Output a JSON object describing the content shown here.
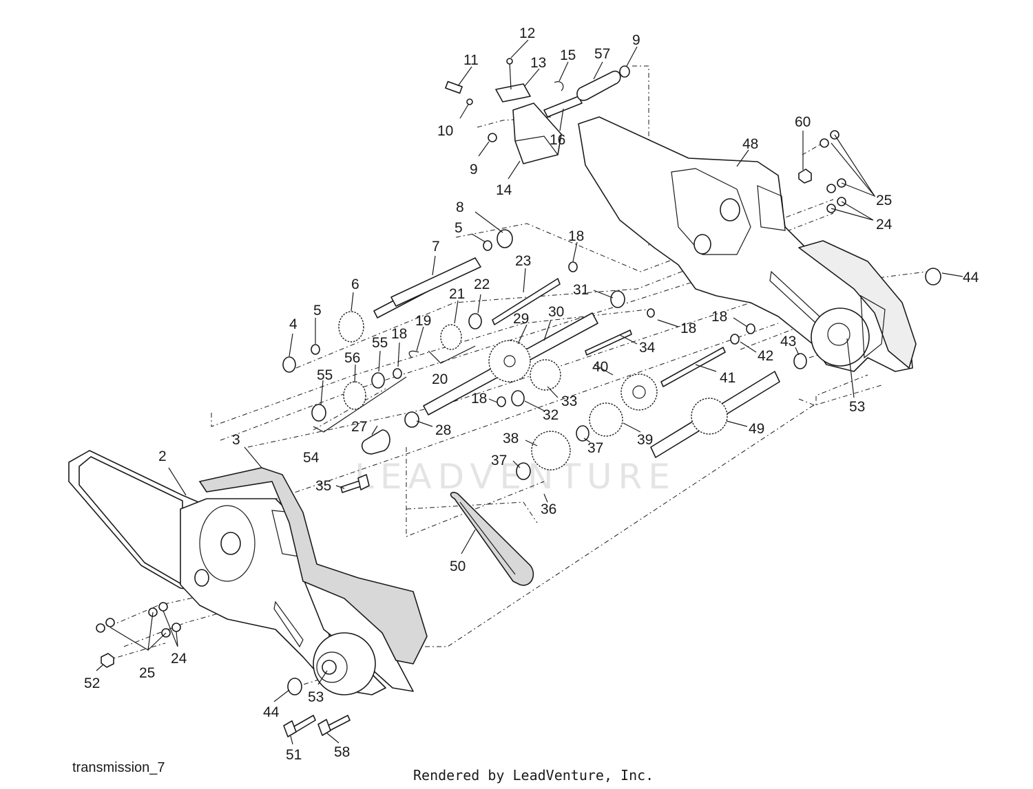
{
  "diagram": {
    "caption": "transmission_7",
    "credit": "Rendered by LeadVenture, Inc.",
    "watermark": "LEADVENTURE",
    "callouts": [
      {
        "id": "c2",
        "label": "2"
      },
      {
        "id": "c3",
        "label": "3"
      },
      {
        "id": "c4",
        "label": "4"
      },
      {
        "id": "c5a",
        "label": "5"
      },
      {
        "id": "c5b",
        "label": "5"
      },
      {
        "id": "c6",
        "label": "6"
      },
      {
        "id": "c7",
        "label": "7"
      },
      {
        "id": "c8",
        "label": "8"
      },
      {
        "id": "c9a",
        "label": "9"
      },
      {
        "id": "c9b",
        "label": "9"
      },
      {
        "id": "c10",
        "label": "10"
      },
      {
        "id": "c11",
        "label": "11"
      },
      {
        "id": "c12",
        "label": "12"
      },
      {
        "id": "c13",
        "label": "13"
      },
      {
        "id": "c14",
        "label": "14"
      },
      {
        "id": "c15",
        "label": "15"
      },
      {
        "id": "c16",
        "label": "16"
      },
      {
        "id": "c18a",
        "label": "18"
      },
      {
        "id": "c18b",
        "label": "18"
      },
      {
        "id": "c18c",
        "label": "18"
      },
      {
        "id": "c18d",
        "label": "18"
      },
      {
        "id": "c18e",
        "label": "18"
      },
      {
        "id": "c19",
        "label": "19"
      },
      {
        "id": "c20",
        "label": "20"
      },
      {
        "id": "c21",
        "label": "21"
      },
      {
        "id": "c22",
        "label": "22"
      },
      {
        "id": "c23",
        "label": "23"
      },
      {
        "id": "c24a",
        "label": "24"
      },
      {
        "id": "c24b",
        "label": "24"
      },
      {
        "id": "c25a",
        "label": "25"
      },
      {
        "id": "c25b",
        "label": "25"
      },
      {
        "id": "c27",
        "label": "27"
      },
      {
        "id": "c28",
        "label": "28"
      },
      {
        "id": "c29",
        "label": "29"
      },
      {
        "id": "c30",
        "label": "30"
      },
      {
        "id": "c31",
        "label": "31"
      },
      {
        "id": "c32",
        "label": "32"
      },
      {
        "id": "c33",
        "label": "33"
      },
      {
        "id": "c34",
        "label": "34"
      },
      {
        "id": "c35",
        "label": "35"
      },
      {
        "id": "c36",
        "label": "36"
      },
      {
        "id": "c37a",
        "label": "37"
      },
      {
        "id": "c37b",
        "label": "37"
      },
      {
        "id": "c38",
        "label": "38"
      },
      {
        "id": "c39",
        "label": "39"
      },
      {
        "id": "c40",
        "label": "40"
      },
      {
        "id": "c41",
        "label": "41"
      },
      {
        "id": "c42",
        "label": "42"
      },
      {
        "id": "c43",
        "label": "43"
      },
      {
        "id": "c44a",
        "label": "44"
      },
      {
        "id": "c44b",
        "label": "44"
      },
      {
        "id": "c48",
        "label": "48"
      },
      {
        "id": "c49",
        "label": "49"
      },
      {
        "id": "c50",
        "label": "50"
      },
      {
        "id": "c51",
        "label": "51"
      },
      {
        "id": "c52",
        "label": "52"
      },
      {
        "id": "c53a",
        "label": "53"
      },
      {
        "id": "c53b",
        "label": "53"
      },
      {
        "id": "c54",
        "label": "54"
      },
      {
        "id": "c55a",
        "label": "55"
      },
      {
        "id": "c55b",
        "label": "55"
      },
      {
        "id": "c56",
        "label": "56"
      },
      {
        "id": "c57",
        "label": "57"
      },
      {
        "id": "c58",
        "label": "58"
      },
      {
        "id": "c60",
        "label": "60"
      }
    ]
  }
}
